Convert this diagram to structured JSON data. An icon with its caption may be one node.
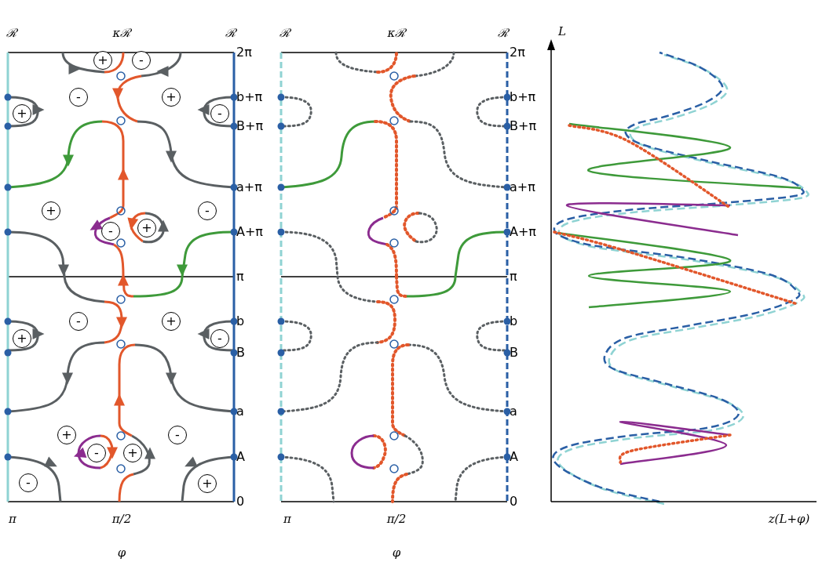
{
  "diagram": {
    "nodes": [
      {
        "text": [
          "+"
        ]
      },
      {
        "text": [
          "-"
        ]
      },
      {
        "text": [
          "-"
        ]
      },
      {
        "text": [
          "+"
        ]
      },
      {
        "text": [
          "+"
        ]
      },
      {
        "text": [
          "-"
        ]
      },
      {
        "text": [
          "+"
        ]
      },
      {
        "text": [
          "-"
        ]
      },
      {
        "text": [
          "-"
        ]
      },
      {
        "text": [
          "+"
        ]
      },
      {
        "text": [
          "-"
        ]
      },
      {
        "text": [
          "+"
        ]
      },
      {
        "text": [
          "+"
        ]
      },
      {
        "text": [
          "-"
        ]
      },
      {
        "text": [
          "+"
        ]
      },
      {
        "text": [
          "-"
        ]
      },
      {
        "text": [
          "-"
        ]
      },
      {
        "text": [
          "+"
        ]
      },
      {
        "text": [
          "-"
        ]
      },
      {
        "text": [
          "+"
        ]
      }
    ],
    "labels": [
      "ℛ",
      "κℛ",
      "ℛ",
      "ℛ",
      "κℛ",
      "ℛ",
      "L",
      "2π",
      "b+π",
      "B+π",
      "a+π",
      "A+π",
      "π",
      "b",
      "B",
      "a",
      "A",
      "0",
      "2π",
      "b+π",
      "B+π",
      "a+π",
      "A+π",
      "π",
      "b",
      "B",
      "a",
      "A",
      "0",
      "π",
      "π/2",
      "π",
      "π/2",
      "z(L+φ)",
      "φ",
      "φ"
    ]
  }
}
